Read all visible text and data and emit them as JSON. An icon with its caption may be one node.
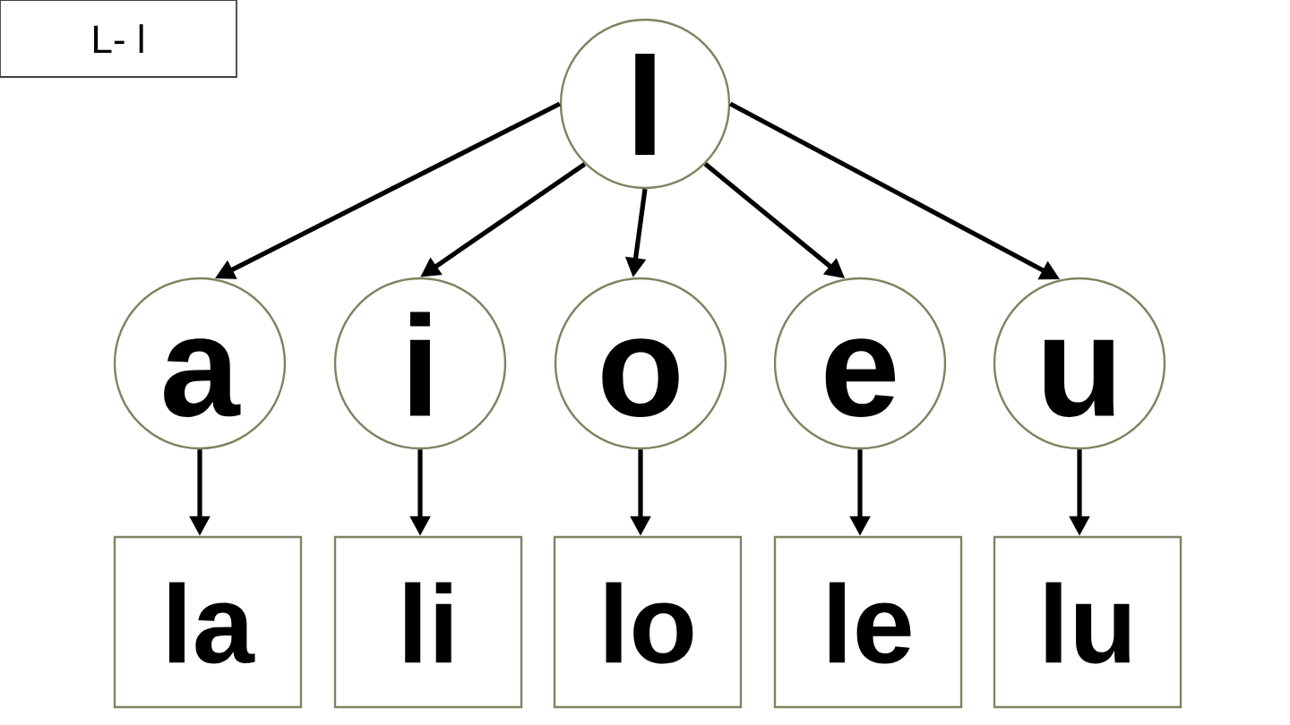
{
  "diagram": {
    "nodes": [
      {
        "text": [
          "L- l"
        ]
      },
      {
        "text": [
          "l"
        ]
      },
      {
        "text": [
          "a"
        ]
      },
      {
        "text": [
          "i"
        ]
      },
      {
        "text": [
          "o"
        ]
      },
      {
        "text": [
          "e"
        ]
      },
      {
        "text": [
          "u"
        ]
      },
      {
        "text": [
          "la"
        ]
      },
      {
        "text": [
          "li"
        ]
      },
      {
        "text": [
          "lo"
        ]
      },
      {
        "text": [
          "le"
        ]
      },
      {
        "text": [
          "lu"
        ]
      }
    ],
    "edges": [
      {
        "from": 1,
        "to": 2,
        "arrow": "to"
      },
      {
        "from": 1,
        "to": 3,
        "arrow": "to"
      },
      {
        "from": 1,
        "to": 4,
        "arrow": "to"
      },
      {
        "from": 1,
        "to": 5,
        "arrow": "to"
      },
      {
        "from": 1,
        "to": 6,
        "arrow": "to"
      },
      {
        "from": 2,
        "to": 7,
        "arrow": "to"
      },
      {
        "from": 3,
        "to": 8,
        "arrow": "to"
      },
      {
        "from": 4,
        "to": 9,
        "arrow": "to"
      },
      {
        "from": 5,
        "to": 10,
        "arrow": "to"
      },
      {
        "from": 6,
        "to": 11,
        "arrow": "to"
      }
    ]
  }
}
